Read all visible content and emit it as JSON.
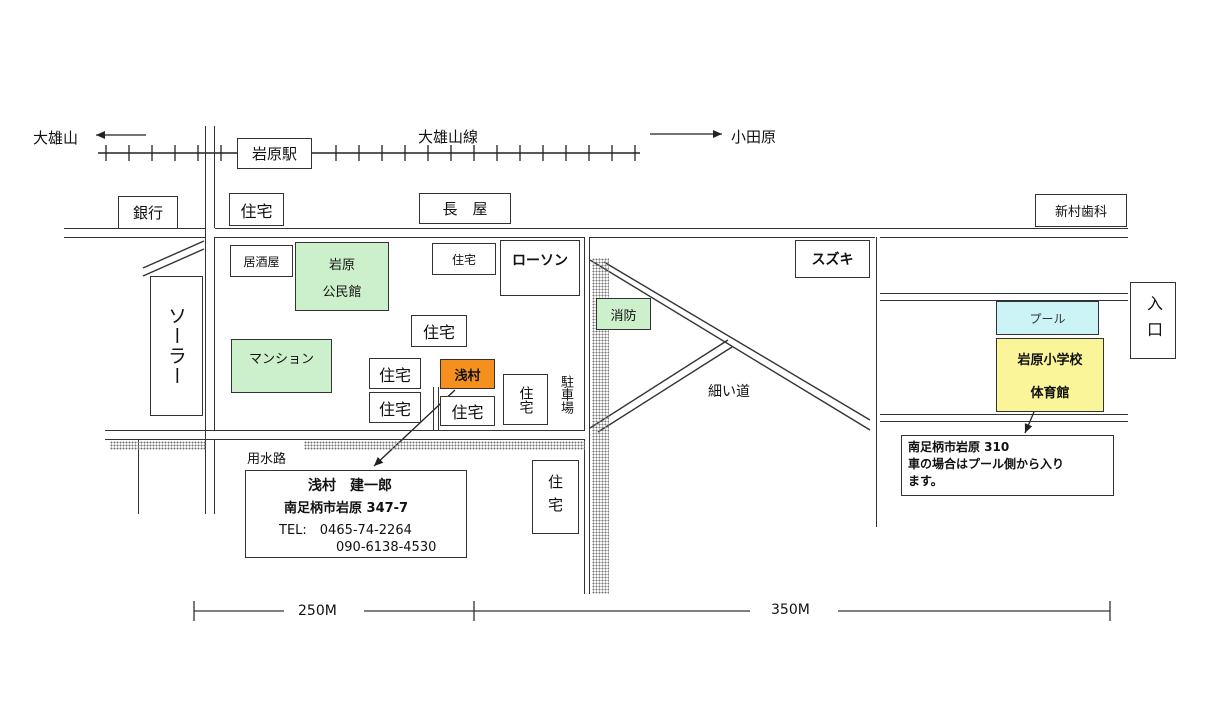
{
  "rail": {
    "left_label": "大雄山",
    "line_name": "大雄山線",
    "station": "岩原駅",
    "right_label": "小田原"
  },
  "north_row": {
    "bank": "銀行",
    "house_top": "住宅",
    "nagaya": "長　屋",
    "dental": "新村歯科"
  },
  "buildings": {
    "izakaya": "居酒屋",
    "iwahara": "岩原",
    "community_hall": "公民館",
    "house_1": "住宅",
    "lawson": "ローソン",
    "suzuki": "スズキ",
    "house_2": "住宅",
    "mansion": "マンション",
    "house_3": "住宅",
    "asamura": "浅村",
    "house_4": "住宅",
    "house_5": "住宅",
    "house_6": "住宅",
    "parking": "駐車場",
    "solar": "ソーラー",
    "fire_station": "消防",
    "pool": "プール",
    "school": "岩原小学校",
    "gym": "体育館",
    "entrance": "入口",
    "house_south": "住宅"
  },
  "labels": {
    "narrow_road": "細い道",
    "waterway": "用水路"
  },
  "info_box": {
    "name": "浅村　建一郎",
    "address": "南足柄市岩原 347-7",
    "tel": "TEL:　0465-74-2264",
    "mobile": "090-6138-4530"
  },
  "school_note": {
    "address": "南足柄市岩原 310",
    "note_line1": "車の場合はプール側から入り",
    "note_line2": "ます。"
  },
  "scale": {
    "left_distance": "250M",
    "right_distance": "350M"
  },
  "colors": {
    "green_fill": "#ccf0cc",
    "orange_fill": "#f5901e",
    "yellow_fill": "#fbf59a",
    "cyan_fill": "#ccf4f6"
  }
}
